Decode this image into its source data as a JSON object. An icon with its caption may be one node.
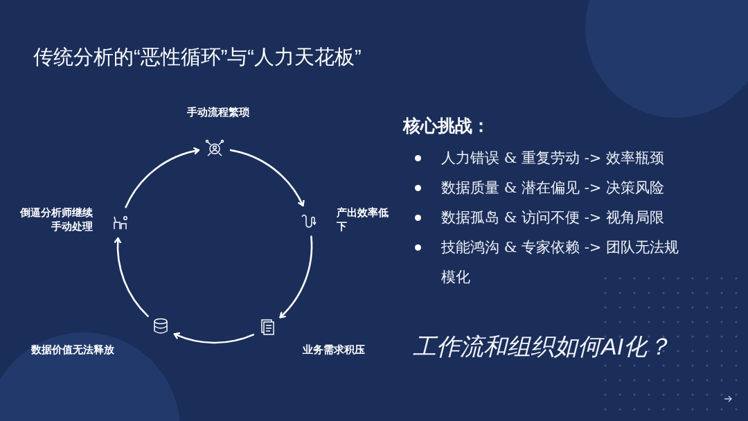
{
  "diagram": {
    "title": "传统分析的“恶性循环”与“人力天花板”",
    "nodes": [
      {
        "text": [],
        "shape": "icon",
        "beside": [
          "手动流程繁琐"
        ]
      },
      {
        "text": [],
        "shape": "icon",
        "beside": [
          "产出效率低下"
        ]
      },
      {
        "text": [],
        "shape": "icon",
        "beside": [
          "业务需求积压"
        ]
      },
      {
        "text": [],
        "shape": "icon",
        "beside": [
          "数据价值无法释放"
        ]
      },
      {
        "text": [],
        "shape": "icon",
        "beside": [
          "倒逼分析师继续手动处理"
        ]
      }
    ],
    "edges": [
      {
        "from": 0,
        "to": 1,
        "arrow": "to"
      },
      {
        "from": 1,
        "to": 2,
        "arrow": "to"
      },
      {
        "from": 2,
        "to": 3,
        "arrow": "to"
      },
      {
        "from": 3,
        "to": 4,
        "arrow": "to"
      },
      {
        "from": 4,
        "to": 0,
        "arrow": "to"
      }
    ],
    "labels": [
      "核心挑战：",
      "人力错误 & 重复劳动 -> 效率瓶颈",
      "数据质量 & 潜在偏见 -> 决策风险",
      "数据孤岛 & 访问不便 -> 视角局限",
      "技能鸿沟 & 专家依赖 -> 团队无法规模化",
      "工作流和组织如何AI化？"
    ]
  }
}
